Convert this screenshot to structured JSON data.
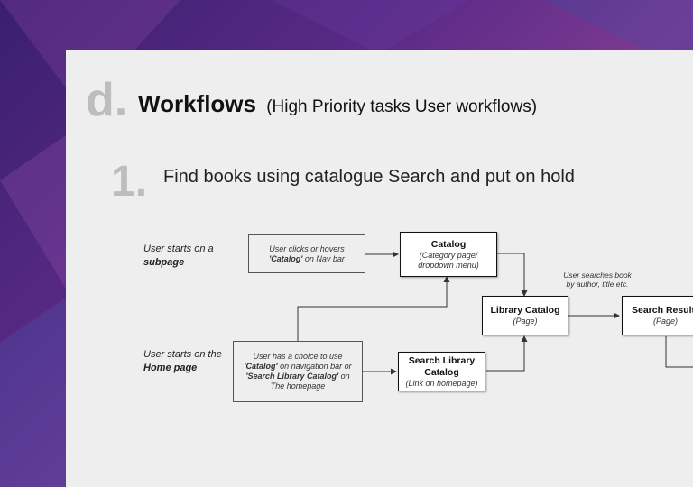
{
  "section": {
    "letter": "d.",
    "title_bold": "Workflows",
    "title_rest": "(High Priority tasks User workflows)"
  },
  "task": {
    "number": "1.",
    "text": "Find books using catalogue Search and put on hold"
  },
  "start_notes": {
    "subpage": {
      "pre": "User starts on a",
      "bold": "subpage"
    },
    "home": {
      "pre": "User starts on the",
      "bold": "Home page"
    }
  },
  "boxes": {
    "clicks": {
      "pre": "User clicks or hovers",
      "bold": "'Catalog'",
      "post": "on Nav bar"
    },
    "catalog": {
      "title": "Catalog",
      "sub": "(Category page/ dropdown menu)"
    },
    "choice": {
      "l1": "User has a choice to use",
      "b1": "'Catalog'",
      "l2": "on navigation bar or",
      "b2": "'Search Library Catalog'",
      "l3": "on",
      "l4": "The homepage"
    },
    "search_lib": {
      "title": "Search Library Catalog",
      "sub": "(Link on homepage)"
    },
    "lib_catalog": {
      "title": "Library Catalog",
      "sub": "(Page)"
    },
    "results": {
      "title": "Search Results",
      "sub": "(Page)"
    }
  },
  "edge_label": "User searches book by author, title etc."
}
